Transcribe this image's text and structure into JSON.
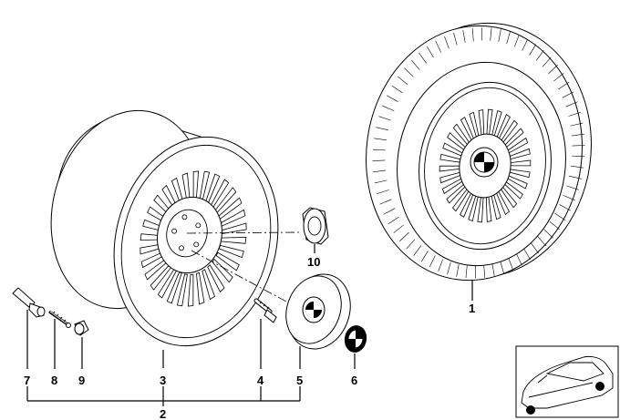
{
  "callouts": {
    "c1": "1",
    "c2": "2",
    "c3": "3",
    "c4": "4",
    "c5": "5",
    "c6": "6",
    "c7": "7",
    "c8": "8",
    "c9": "9",
    "c10": "10"
  },
  "icons": {
    "tire": "tire-wheel-assembly-icon",
    "rim": "alloy-rim-icon",
    "bolt": "wheel-bolt-icon",
    "hubcap": "hub-cap-icon",
    "emblem": "bmw-emblem-icon",
    "valve": "valve-stem-icon",
    "valve_insert": "valve-core-icon",
    "valve_cap": "valve-cap-icon",
    "center_cap": "center-cap-icon",
    "car": "car-locator-thumbnail-icon"
  }
}
